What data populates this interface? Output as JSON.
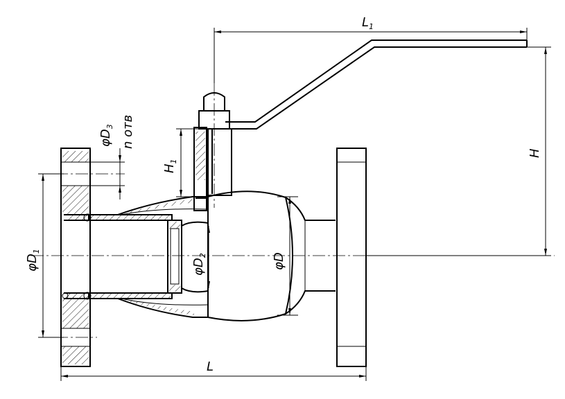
{
  "dimensions": {
    "L": {
      "main": "L"
    },
    "L1": {
      "main": "L",
      "sub": "1"
    },
    "H": {
      "main": "H"
    },
    "H1": {
      "main": "H",
      "sub": "1"
    },
    "D": {
      "main": "φD"
    },
    "D1": {
      "main": "φD",
      "sub": "1"
    },
    "D2": {
      "main": "φD",
      "sub": "2"
    },
    "D3": {
      "main": "φD",
      "sub": "3"
    }
  },
  "holes_label": "n отв"
}
